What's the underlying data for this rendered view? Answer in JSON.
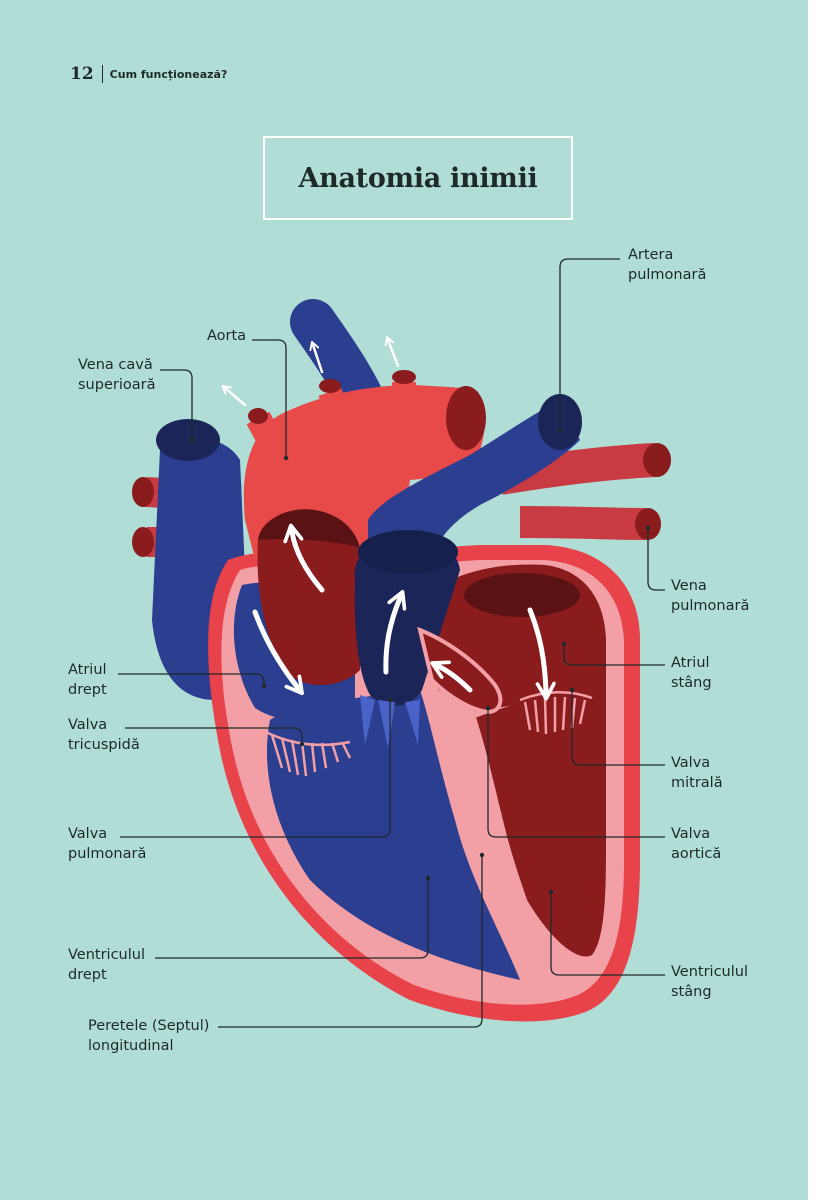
{
  "header": {
    "page_number": "12",
    "running_title": "Cum funcționează?"
  },
  "title": "Anatomia inimii",
  "labels": {
    "vena_cava_superioara": [
      "Vena cavă",
      "superioară"
    ],
    "aorta": [
      "Aorta"
    ],
    "artera_pulmonara": [
      "Artera",
      "pulmonară"
    ],
    "vena_pulmonara": [
      "Vena",
      "pulmonară"
    ],
    "atriul_drept": [
      "Atriul",
      "drept"
    ],
    "atriul_stang": [
      "Atriul",
      "stâng"
    ],
    "valva_tricuspida": [
      "Valva",
      "tricuspidă"
    ],
    "valva_mitrala": [
      "Valva",
      "mitrală"
    ],
    "valva_pulmonara": [
      "Valva",
      "pulmonară"
    ],
    "valva_aortica": [
      "Valva",
      "aortică"
    ],
    "ventriculul_drept": [
      "Ventriculul",
      "drept"
    ],
    "ventriculul_stang": [
      "Ventriculul",
      "stâng"
    ],
    "septul": [
      "Peretele (Septul)",
      "longitudinal"
    ]
  },
  "colors": {
    "background": "#b0ddd6",
    "oxygenated_blood": "#e84a4a",
    "dark_red_chamber": "#8a1c1e",
    "deoxygenated_blood": "#2c3e8f",
    "dark_blue": "#1b2558",
    "heart_wall_pink": "#f2a0a6",
    "heart_outline_red": "#e8424a",
    "arrow": "#ffffff"
  }
}
